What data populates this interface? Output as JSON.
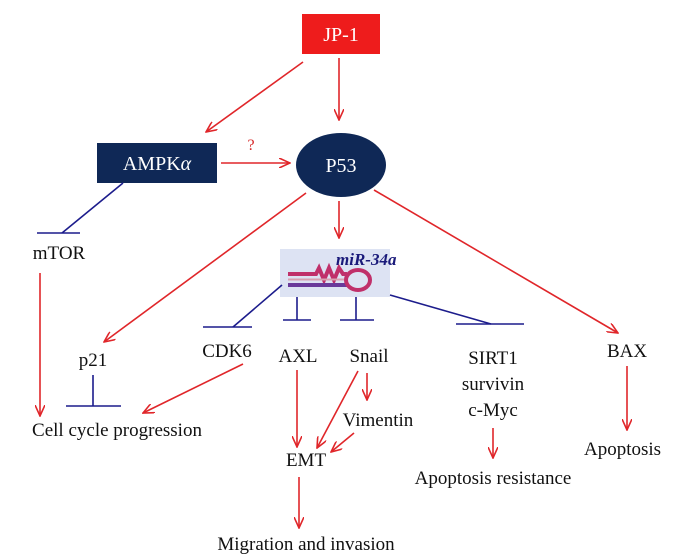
{
  "colors": {
    "activation": "#e0262a",
    "inhibition": "#1c1c8c",
    "jp1_box": "#ee1c1c",
    "dark_node": "#0f2856",
    "mir_box": "#dde3f3"
  },
  "nodes": {
    "jp1": "JP-1",
    "ampk_text": "AMPK",
    "ampk_symbol": "α",
    "p53": "P53",
    "mir34a": "miR-34a",
    "mtor": "mTOR",
    "p21": "p21",
    "cdk6": "CDK6",
    "axl": "AXL",
    "snail": "Snail",
    "sirt1": "SIRT1",
    "survivin": "survivin",
    "cmyc": "c-Myc",
    "bax": "BAX",
    "vimentin": "Vimentin",
    "emt": "EMT",
    "cell_cycle": "Cell cycle progression",
    "apoptosis_resistance": "Apoptosis resistance",
    "apoptosis": "Apoptosis",
    "migration": "Migration and invasion"
  },
  "annotations": {
    "question_mark": "?"
  },
  "icons": {
    "mir_hairpin": "hairpin-rna-icon"
  }
}
